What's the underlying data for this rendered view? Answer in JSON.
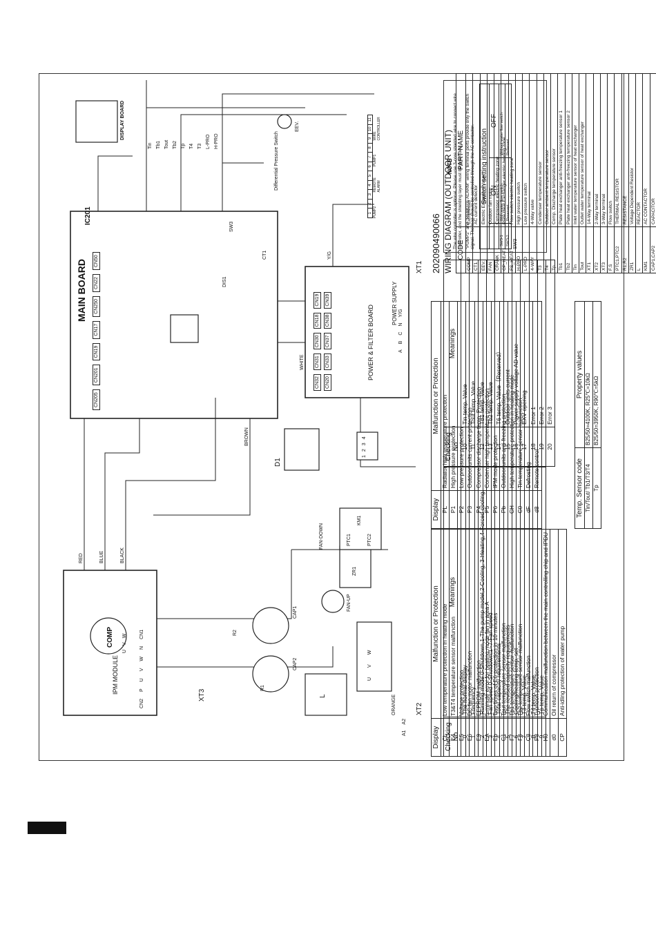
{
  "title": "WIRING DIAGRAM (OUTDOOR UNIT)",
  "doc_number": "202090490066",
  "part_table": {
    "headers": [
      "CODE",
      "PART NAME"
    ],
    "rows": [
      [
        "COMP",
        "Compressor"
      ],
      [
        "CT1",
        "AC current detector"
      ],
      [
        "EEV.",
        "Electric Expansive Valve"
      ],
      [
        "FAN",
        "Outdoor fan motor"
      ],
      [
        "CRANK",
        "Compressor electric heating zone"
      ],
      [
        "CP_HEAT1",
        "Plate Heat Exchanger electric heating zone"
      ],
      [
        "FS_HEAT",
        "Flow switch electric heating zone"
      ],
      [
        "H-PRO",
        "High pressure switch"
      ],
      [
        "L-PRO",
        "Low pressure switch"
      ],
      [
        "4-WAY",
        "4-Way valve"
      ],
      [
        "T3",
        "Condenser temperature sensor"
      ],
      [
        "T4",
        "Outdoor ambient temperature sensor"
      ],
      [
        "Tp",
        "Comp. Discharge temperature sensor"
      ],
      [
        "Tb1",
        "Plate heat exchanger anti-freezing temperature sensor 1"
      ],
      [
        "Tb2",
        "Plate heat exchanger anti-freezing temperature sensor 2"
      ],
      [
        "Tin",
        "Inlet water temperature sensor of heat exchanger"
      ],
      [
        "Tout",
        "Outlet water temperature sensor of heat exchanger"
      ],
      [
        "XT1",
        "14-Way terminal"
      ],
      [
        "XT2",
        "2-Way terminal"
      ],
      [
        "XT3",
        "3-Way terminal"
      ],
      [
        "F.S",
        "Flow switch"
      ],
      [
        "PTC1,PTC2",
        "THERMAL RESISTOR"
      ],
      [
        "R1,R2",
        "RESISTANCE"
      ],
      [
        "ZR1",
        "Voltage Dependent Resistor"
      ],
      [
        "L",
        "REACTOR"
      ],
      [
        "KM1",
        "AC CONTACTOR"
      ],
      [
        "CAP1,CAP2",
        "CAPACITOR"
      ],
      [
        "EX_HEAT",
        "Exhaust valve electric heating zone"
      ]
    ]
  },
  "switch_table": {
    "title": "Switch setting instruction",
    "headers": [
      "",
      "ON",
      "OFF"
    ],
    "rows": [
      [
        "SW3-1",
        "With water flow switch",
        "Without water flow switch"
      ],
      [
        "SW3-2",
        "Reserved",
        "Reserved"
      ]
    ],
    "label": "SW3"
  },
  "note": {
    "title": "NOTE",
    "items": [
      "The wire controller is optional. Please use 3-core shielded wire to connect wire controller, and the shielding layer must be grounded .",
      "\"PUMP2\" and \"REMOTE ALARM\" wiring terminal ports provide only the switch signal. The load should be controlled through the AC contactor."
    ]
  },
  "checking_table": {
    "headers": [
      "Checking No",
      "Meanings"
    ],
    "rows": [
      [
        "0",
        "The normal display"
      ],
      [
        "1",
        "Frequency"
      ],
      [
        "2",
        "Running mode 0-Shutdown,1-The pump model,2-Cooling, 3-Heating,4-Forced cooling."
      ],
      [
        "3",
        "Fan speed 0-Shutdown,1~7-Fan speed"
      ],
      [
        "4",
        "Total capacity requirements"
      ],
      [
        "5",
        "The revised capacity requirements"
      ],
      [
        "6",
        "Cooling/heating temp. set"
      ],
      [
        "7",
        "T3 temp. Value"
      ],
      [
        "8",
        "T4 temp. Value"
      ],
      [
        "9",
        "Tp temp. Value"
      ]
    ]
  },
  "checking_table2": {
    "headers": [
      "Checking No",
      "Meanings"
    ],
    "rows": [
      [
        "10",
        "Tin temp. Value"
      ],
      [
        "11",
        "Tout temp. Value"
      ],
      [
        "12",
        "Tb1 temp. Value"
      ],
      [
        "13",
        "Tb2 temp. Value"
      ],
      [
        "14",
        "T6 temp. Value（Reserved）"
      ],
      [
        "15",
        "Outdoor units current"
      ],
      [
        "16",
        "Power supply voltage AD value"
      ],
      [
        "17",
        "EXV opening"
      ],
      [
        "18",
        "Error 1"
      ],
      [
        "19",
        "Error 2"
      ],
      [
        "20",
        "Error 3"
      ]
    ]
  },
  "fault_table1": {
    "headers": [
      "Display",
      "Malfunction or Protection"
    ],
    "rows": [
      [
        "CL",
        "Low temperature protection in heating mode"
      ],
      [
        "E4",
        "T3&T4 temperature sensor malfunction"
      ],
      [
        "E5",
        "Voltage protection"
      ],
      [
        "E6",
        "DC fan motor malfunction"
      ],
      [
        "E9",
        "EEPROM malfunction"
      ],
      [
        "EA",
        "5-minute error for heating mode fan in area A"
      ],
      [
        "Eb",
        "Two times of E6 protection in 10 minutes"
      ],
      [
        "C1",
        "Tout temperature sensor malfunction"
      ],
      [
        "F7",
        "Tb1 temperature sensor malfunction"
      ],
      [
        "F8",
        "Tb2 temperature sensor malfunction"
      ],
      [
        "C8",
        "Flow switch malfunction"
      ],
      [
        "P8",
        "Typhoon protection"
      ],
      [
        "H0",
        "Communication malfunction between the main controlling chip and IPDU"
      ],
      [
        "d0",
        "Oil return of compressor"
      ],
      [
        "CP",
        "Anti-idling protection of water pump"
      ]
    ]
  },
  "fault_table2": {
    "headers": [
      "Display",
      "Malfunction or Protection"
    ],
    "rows": [
      [
        "PL",
        "Radiator high temperature protection"
      ],
      [
        "P1",
        "High pressure protection"
      ],
      [
        "P2",
        "Low pressure protection"
      ],
      [
        "P3",
        "Outdoor units current protection"
      ],
      [
        "P4",
        "Compressor discharge temp. Protection"
      ],
      [
        "P5",
        "Condenser high temperature protection"
      ],
      [
        "P6",
        "IPM mode protection"
      ],
      [
        "Pb",
        "Outdoor units anti-freezing protection"
      ],
      [
        "CH",
        "High temperature protection in heating mode"
      ],
      [
        "C0",
        "Tin temperature sensor malfunction"
      ],
      [
        "dF",
        "Defrosting"
      ],
      [
        "d8",
        "Remote control"
      ]
    ]
  },
  "sensor_table": {
    "headers": [
      "Temp. Sensor code",
      "Property values"
    ],
    "rows": [
      [
        "Tin/Tout/ Tb1/T3/T4",
        "B25/50=4100K, R25℃=10kΩ"
      ],
      [
        "Tp",
        "B25/50=3950K, R90℃=5kΩ"
      ]
    ]
  },
  "diagram": {
    "main_board": "MAIN BOARD",
    "ipm_module": "IPM MODULE",
    "power_filter_board": "POWER & FILTER BOARD",
    "display_board": "DISPLAY BOARD",
    "ic201": "IC201",
    "dis1": "DIS1",
    "sw3": "SW3",
    "power_supply": "POWER SUPPLY",
    "comp": "COMP",
    "xt1": "XT1",
    "xt2": "XT2",
    "xt3": "XT3",
    "d1": "D1",
    "cap1": "CAP1",
    "cap2": "CAP2",
    "r1": "R1",
    "r2": "R2",
    "l": "L",
    "ptc1": "PTC1",
    "ptc2": "PTC2",
    "km1": "KM1",
    "zr1": "ZR1",
    "ct1": "CT1",
    "eev": "EEV.",
    "dps": "Differential Pressure Switch",
    "fan_up": "FAN-UP",
    "fan_down": "FAN-DOWN",
    "sensors": [
      "Tin",
      "Tb1",
      "Tout",
      "Tb2",
      "Tp",
      "T4",
      "T3",
      "L-PRO",
      "H-PRO"
    ],
    "main_cn": [
      "CN205",
      "CN201",
      "CN19",
      "CN17",
      "CN250",
      "CN22",
      "CN50"
    ],
    "pf_cn": [
      "CN32",
      "CN31",
      "CN30",
      "CN18",
      "CN19",
      "CN20",
      "CN33",
      "CN37",
      "CN38",
      "CN39"
    ],
    "xt1_nums": [
      "1",
      "2",
      "3",
      "4",
      "5",
      "6",
      "7",
      "8",
      "9",
      "10",
      "11"
    ],
    "xt1_labels": [
      "PUMP2",
      "REMOTE ALARM",
      "PUMP1",
      "WIRE CONTROLLER"
    ],
    "xt1_power": [
      "A",
      "B",
      "C",
      "N",
      "Y/G"
    ],
    "ipm_terms": [
      "CN2",
      "P",
      "U",
      "V",
      "W",
      "N",
      "CN1"
    ],
    "comp_terms": [
      "U",
      "V",
      "W"
    ],
    "xt3_terms": [
      "U",
      "V",
      "W"
    ],
    "xt2_terms": [
      "A1",
      "A2"
    ],
    "xt_small": [
      "1",
      "2",
      "3",
      "4"
    ],
    "wire_colors": [
      "RED",
      "BLUE",
      "BLACK",
      "WHITE",
      "BROWN",
      "ORANGE",
      "Y/G"
    ]
  }
}
